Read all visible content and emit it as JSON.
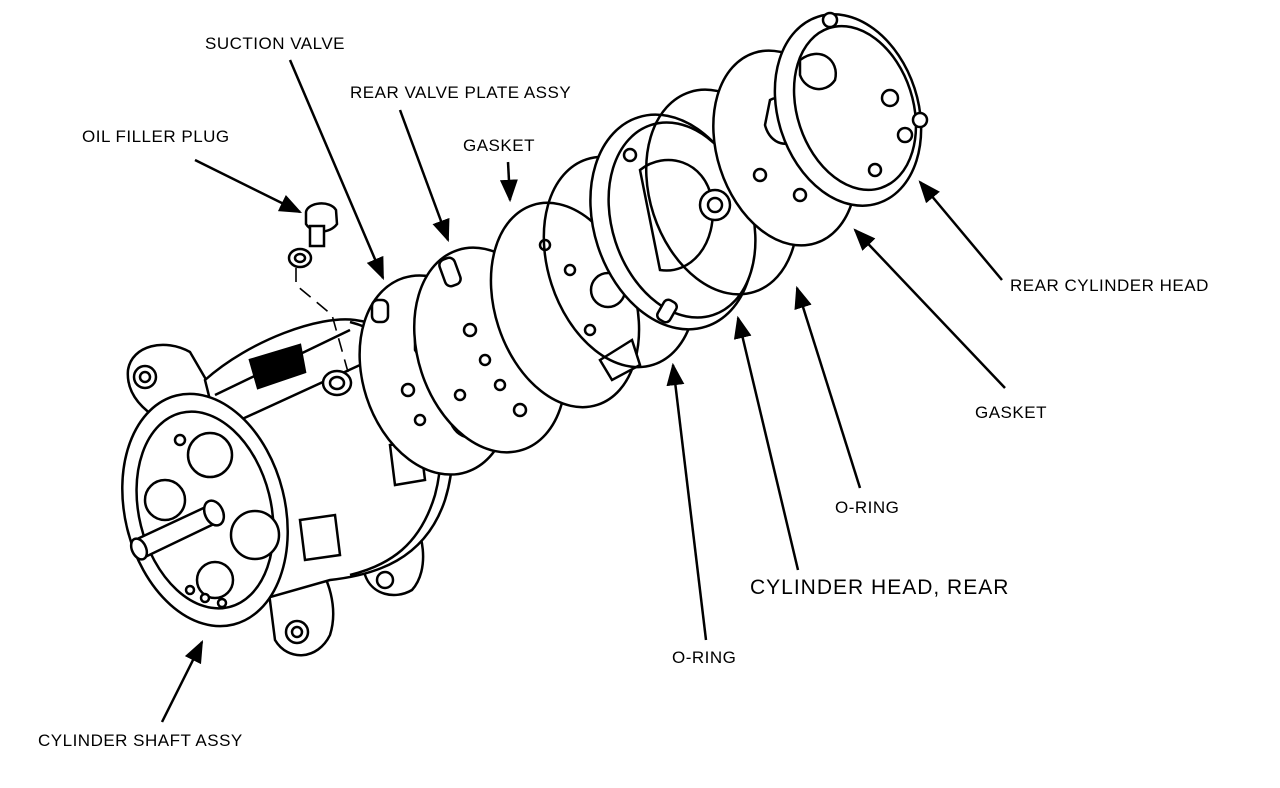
{
  "diagram": {
    "labels": {
      "suction_valve": "SUCTION VALVE",
      "rear_valve_plate_assy": "REAR VALVE PLATE ASSY",
      "oil_filler_plug": "OIL FILLER PLUG",
      "gasket_front": "GASKET",
      "rear_cylinder_head": "REAR CYLINDER HEAD",
      "gasket_rear": "GASKET",
      "o_ring_rear": "O-RING",
      "cylinder_head_rear": "CYLINDER HEAD, REAR",
      "o_ring_front": "O-RING",
      "cylinder_shaft_assy": "CYLINDER SHAFT ASSY"
    },
    "colors": {
      "ink": "#000000",
      "paper": "#ffffff"
    }
  }
}
